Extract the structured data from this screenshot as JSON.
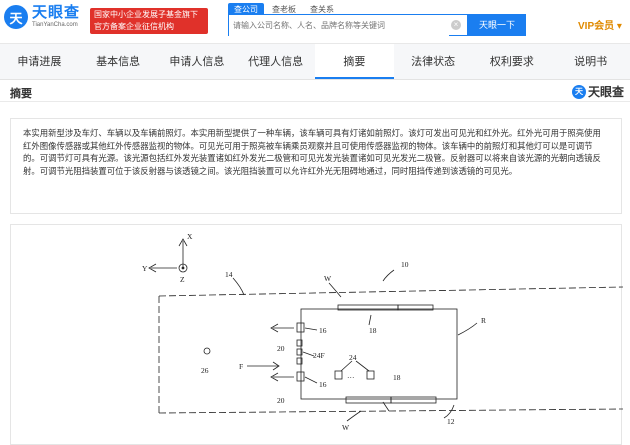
{
  "header": {
    "logo_mark": "天",
    "logo_cn": "天眼查",
    "logo_en": "TianYanCha.com",
    "badge_line1": "国家中小企业发展子基金旗下",
    "badge_line2": "官方备案企业征信机构",
    "search_tabs": [
      "查公司",
      "查老板",
      "查关系"
    ],
    "search_placeholder": "请输入公司名称、人名、品牌名称等关键词",
    "search_button": "天眼一下",
    "vip_label": "VIP会员"
  },
  "nav": {
    "items": [
      "申请进展",
      "基本信息",
      "申请人信息",
      "代理人信息",
      "摘要",
      "法律状态",
      "权利要求",
      "说明书"
    ],
    "active_index": 4
  },
  "section": {
    "title": "摘要",
    "watermark": "天眼查"
  },
  "abstract": {
    "text": "本实用新型涉及车灯、车辆以及车辆前照灯。本实用新型提供了一种车辆，该车辆可具有灯诸如前照灯。该灯可发出可见光和红外光。红外光可用于照亮使用红外图像传感器或其他红外传感器监视的物体。可见光可用于照亮被车辆乘员观察并且可使用传感器监视的物体。该车辆中的前照灯和其他灯可以是可调节的。可调节灯可具有光源。该光源包括红外发光装置诸如红外发光二极管和可见光发光装置诸如可见光发光二极管。反射器可以将来自该光源的光朝向透镜反射。可调节光阻挡装置可位于该反射器与该透镜之间。该光阻挡装置可以允许红外光无阻碍地通过，同时阻挡传递到该透镜的可见光。"
  },
  "figure": {
    "labels": {
      "axis_x": "X",
      "axis_y": "Y",
      "axis_z": "Z",
      "ref_10": "10",
      "ref_14": "14",
      "ref_W_top": "W",
      "ref_W_bottom": "W",
      "ref_R": "R",
      "ref_18_top": "18",
      "ref_18_bottom": "18",
      "ref_16_top": "16",
      "ref_16_bottom": "16",
      "ref_24F": "24F",
      "ref_24": "24",
      "ref_dots": "···",
      "ref_20_top": "20",
      "ref_20_bottom": "20",
      "ref_F": "F",
      "ref_26": "26",
      "ref_12": "12"
    }
  }
}
